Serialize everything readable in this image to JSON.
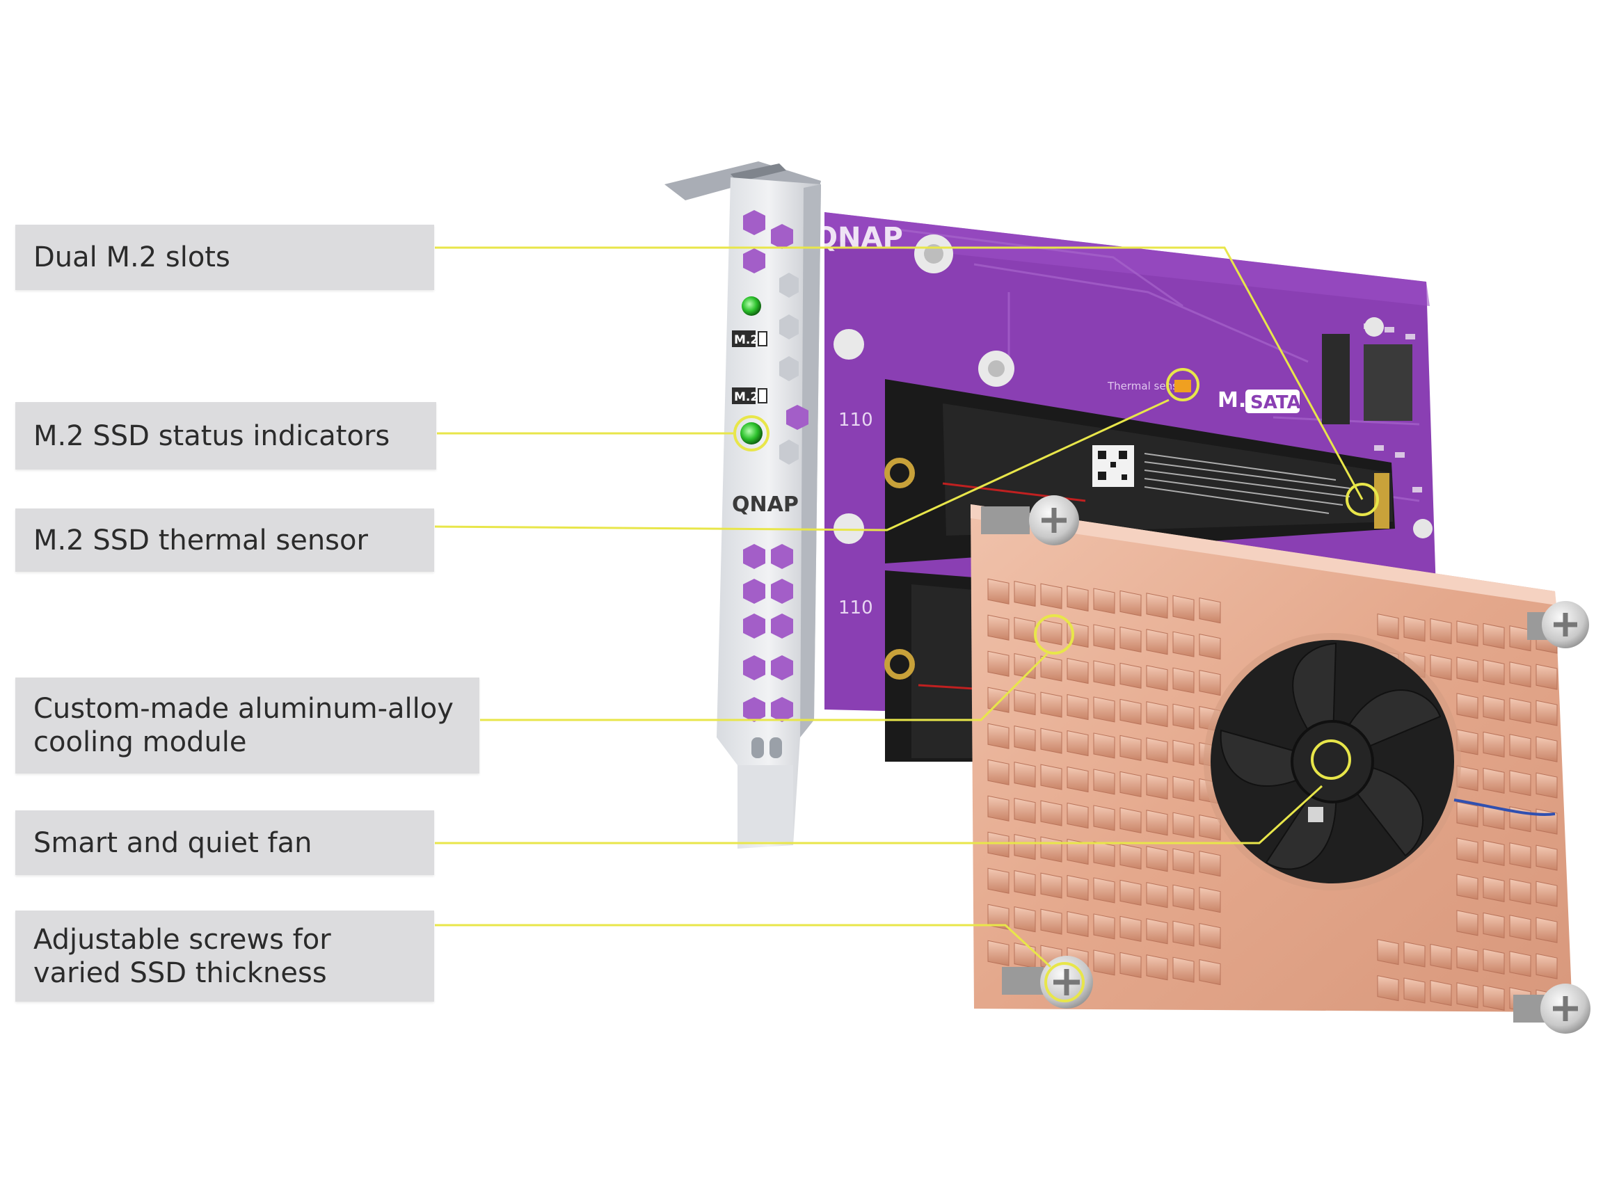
{
  "callouts": [
    {
      "id": "dual-m2-slots",
      "lines": [
        "Dual M.2 slots"
      ]
    },
    {
      "id": "status-indicators",
      "lines": [
        "M.2 SSD status indicators"
      ]
    },
    {
      "id": "thermal-sensor",
      "lines": [
        "M.2 SSD thermal sensor"
      ]
    },
    {
      "id": "cooling-module",
      "lines": [
        "Custom-made aluminum-alloy",
        "cooling module"
      ]
    },
    {
      "id": "fan",
      "lines": [
        "Smart and quiet fan"
      ]
    },
    {
      "id": "screws",
      "lines": [
        "Adjustable screws for",
        "varied SSD thickness"
      ]
    }
  ],
  "product_markings": {
    "bracket_brand": "QNAP",
    "board_brand": "QNAP",
    "slot_label_1": "M.2",
    "slot_label_2": "M.2",
    "slot_length_top": "110",
    "slot_length_bottom": "110",
    "sensor_text": "Thermal sensor",
    "m2_text": "M.2",
    "sata_text": "SATA"
  },
  "colors": {
    "callout_line": "#e8e64a",
    "label_background": "#dcdcde",
    "board": "#8a3fb3",
    "heatsink": "#e3a98e",
    "led": "#3fd13f"
  }
}
